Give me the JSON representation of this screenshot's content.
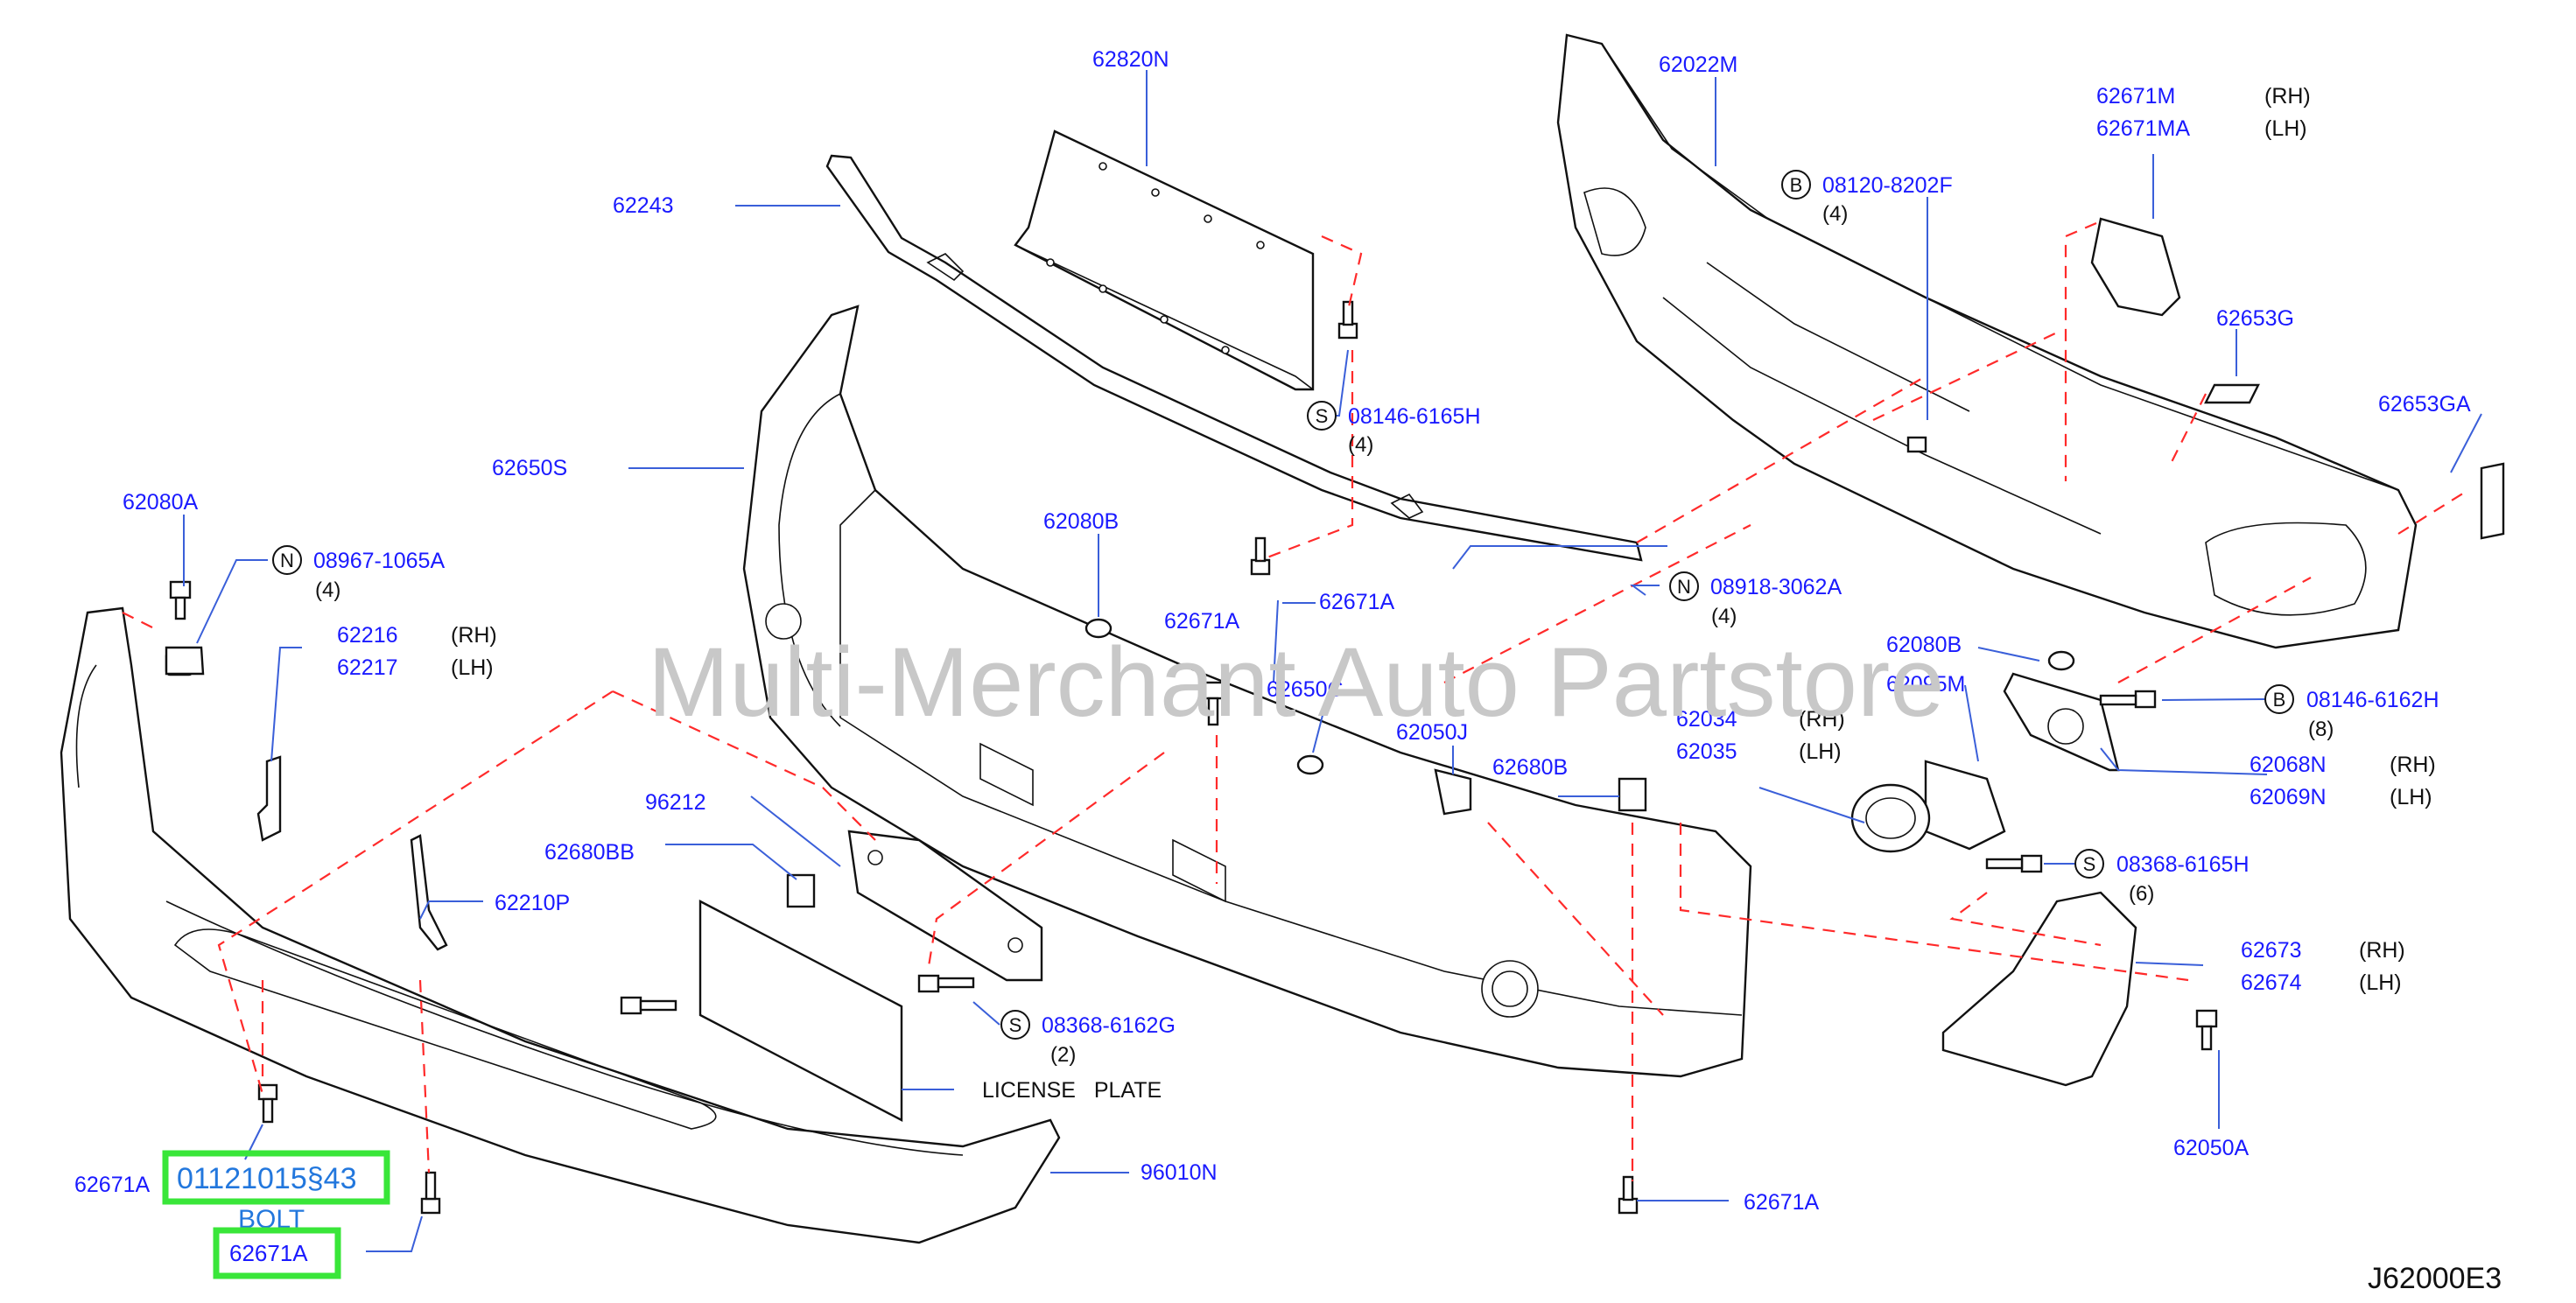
{
  "watermark": "Multi-Merchant Auto Partstore",
  "drawing_code": "J62000E3",
  "highlight": {
    "part_number": "01121015§43",
    "description": "BOLT",
    "reference": "62671A",
    "color": "#39e639"
  },
  "parts": {
    "p62820N": "62820N",
    "p62243": "62243",
    "p62022M": "62022M",
    "p62671M": "62671M",
    "p62671M_side": "(RH)",
    "p62671MA": "62671MA",
    "p62671MA_side": "(LH)",
    "b08120": "08120-8202F",
    "b08120_qty": "(4)",
    "p62653G": "62653G",
    "p62653GA": "62653GA",
    "s08146_6165H": "08146-6165H",
    "s08146_6165H_qty": "(4)",
    "p62650S": "62650S",
    "p62080A": "62080A",
    "n08967": "08967-1065A",
    "n08967_qty": "(4)",
    "p62216": "62216",
    "p62216_side": "(RH)",
    "p62217": "62217",
    "p62217_side": "(LH)",
    "p62080B_center": "62080B",
    "p62671A_center": "62671A",
    "p62671A_mid": "62671A",
    "n08918": "08918-3062A",
    "n08918_qty": "(4)",
    "p62650C": "62650C",
    "p62080B_right": "62080B",
    "p62095M": "62095M",
    "b08146_6162H": "08146-6162H",
    "b08146_6162H_qty": "(8)",
    "p62034": "62034",
    "p62034_side": "(RH)",
    "p62035": "62035",
    "p62035_side": "(LH)",
    "p62050J": "62050J",
    "p62680B": "62680B",
    "p62068N": "62068N",
    "p62068N_side": "(RH)",
    "p62069N": "62069N",
    "p62069N_side": "(LH)",
    "p96212": "96212",
    "p62680BB": "62680BB",
    "p62210P": "62210P",
    "s08368_6165H": "08368-6165H",
    "s08368_6165H_qty": "(6)",
    "s08368_6162G": "08368-6162G",
    "s08368_6162G_qty": "(2)",
    "license_plate": "LICENSE   PLATE",
    "p62673": "62673",
    "p62673_side": "(RH)",
    "p62674": "62674",
    "p62674_side": "(LH)",
    "p62671A_left": "62671A",
    "p96010N": "96010N",
    "p62050A": "62050A",
    "p62671A_bottom": "62671A"
  },
  "prefix_letters": {
    "B": "B",
    "S": "S",
    "N": "N"
  }
}
